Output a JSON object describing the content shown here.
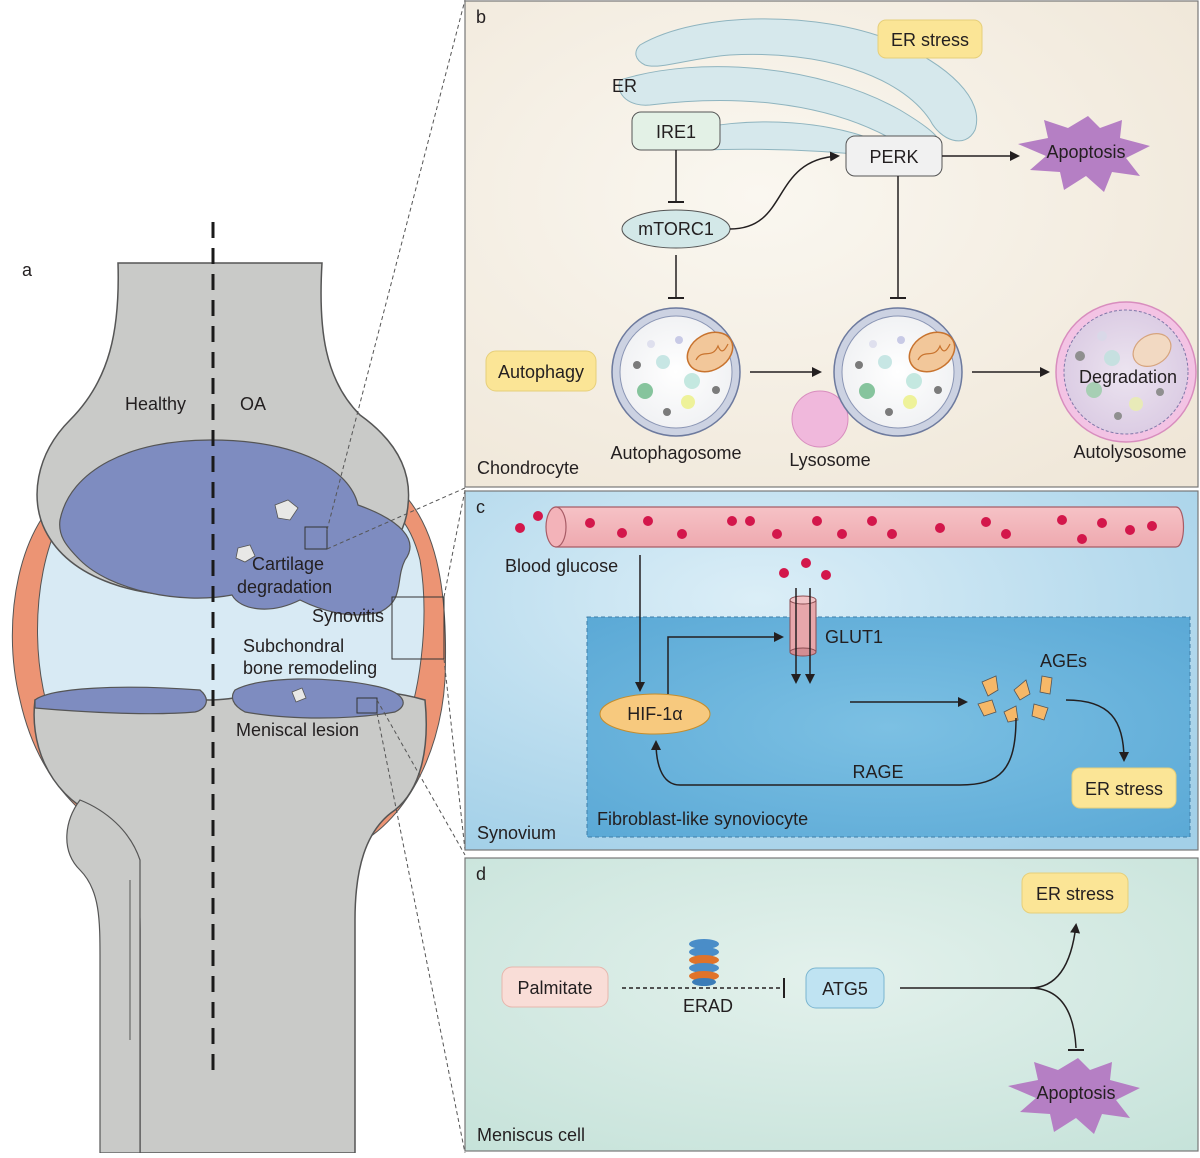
{
  "panel_a": {
    "letter": "a",
    "healthy": "Healthy",
    "oa": "OA",
    "cartilage_line1": "Cartilage",
    "cartilage_line2": "degradation",
    "synovitis": "Synovitis",
    "subchondral_line1": "Subchondral",
    "subchondral_line2": "bone remodeling",
    "meniscal": "Meniscal lesion"
  },
  "panel_b": {
    "letter": "b",
    "er_stress": "ER stress",
    "er": "ER",
    "ire1": "IRE1",
    "perk": "PERK",
    "apoptosis": "Apoptosis",
    "mtorc1": "mTORC1",
    "autophagy": "Autophagy",
    "autophagosome": "Autophagosome",
    "lysosome": "Lysosome",
    "degradation": "Degradation",
    "autolysosome": "Autolysosome",
    "cell": "Chondrocyte"
  },
  "panel_c": {
    "letter": "c",
    "blood_glucose": "Blood glucose",
    "glut1": "GLUT1",
    "ages": "AGEs",
    "hif": "HIF-1α",
    "rage": "RAGE",
    "er_stress": "ER stress",
    "fls": "Fibroblast-like synoviocyte",
    "tissue": "Synovium"
  },
  "panel_d": {
    "letter": "d",
    "er_stress": "ER stress",
    "palmitate": "Palmitate",
    "erad": "ERAD",
    "atg5": "ATG5",
    "apoptosis": "Apoptosis",
    "cell": "Meniscus cell"
  },
  "colors": {
    "bone_gray": "#c9cac8",
    "cartilage_blue": "#7e8cc0",
    "synovium_orange": "#ec9474",
    "joint_space": "#d8eaf4",
    "panel_b_bg": "#f5efe5",
    "panel_c_bg": "#a9d4ea",
    "panel_d_bg": "#cfe6df",
    "apoptosis_purple": "#b57fc4",
    "er_stress_yellow": "#fbe596",
    "glucose_red": "#d3174b"
  }
}
